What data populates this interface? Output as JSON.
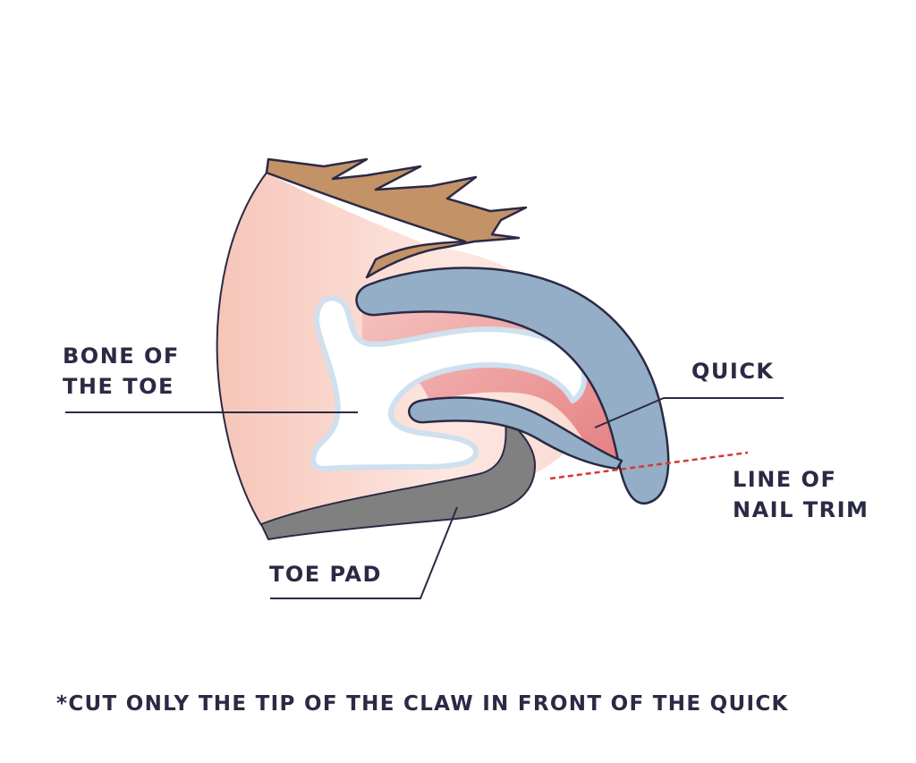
{
  "labels": {
    "bone_line1": "BONE OF",
    "bone_line2": "THE TOE",
    "quick": "QUICK",
    "trim_line1": "LINE OF",
    "trim_line2": "NAIL TRIM",
    "toe_pad": "TOE PAD"
  },
  "footnote": "*CUT ONLY THE TIP OF THE CLAW IN FRONT OF THE QUICK",
  "colors": {
    "skin": "#f8cfc3",
    "skin_light": "#fde9e3",
    "fur": "#c39267",
    "claw": "#93aec6",
    "quick": "#e88f90",
    "bone": "#ffffff",
    "bone_outline": "#cfe0ee",
    "pad": "#808080",
    "outline": "#2a2a45",
    "trim_line": "#d53a33"
  }
}
